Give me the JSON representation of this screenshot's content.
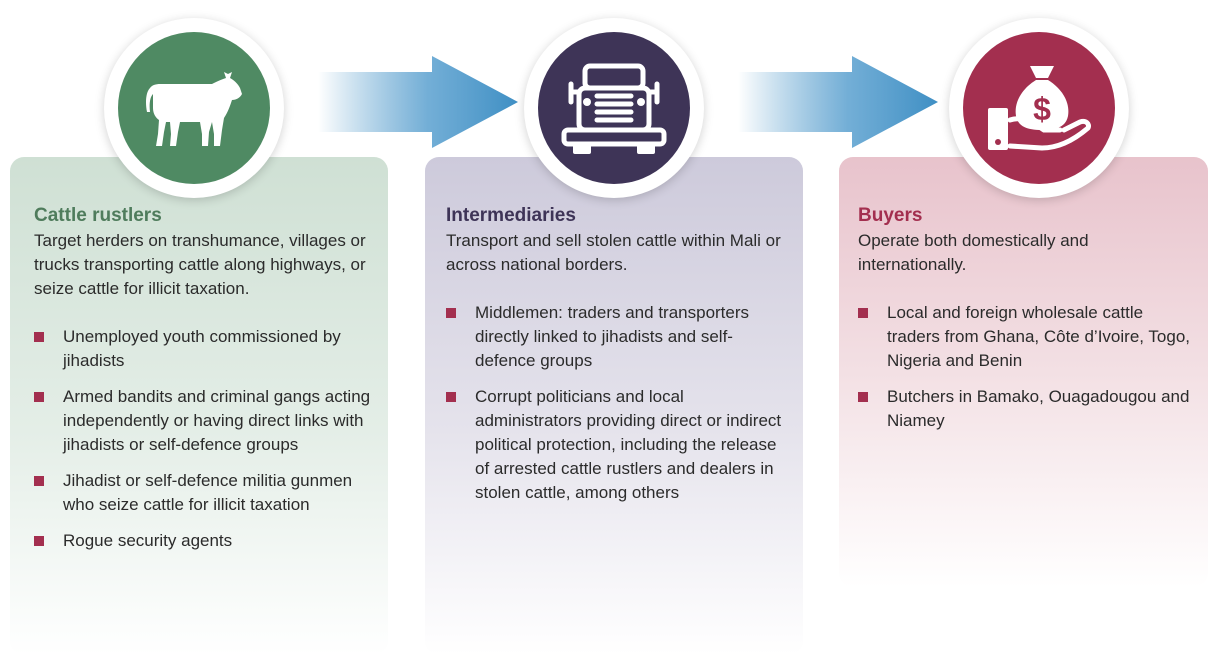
{
  "columns": [
    {
      "heading": "Cattle rustlers",
      "description": "Target herders on transhumance, villages or trucks transporting cattle along highways, or seize cattle for illicit taxation.",
      "icon": "cow-icon",
      "color": "#4f8a63",
      "items": [
        "Unemployed youth commissioned by jihadists",
        "Armed bandits and criminal gangs acting independently or having direct links with jihadists or self-defence groups",
        "Jihadist or self-defence militia gunmen who seize cattle for illicit taxation",
        "Rogue security agents"
      ]
    },
    {
      "heading": "Intermediaries",
      "description": "Transport and sell stolen cattle within Mali or across national borders.",
      "icon": "truck-icon",
      "color": "#3e3457",
      "items": [
        "Middlemen: traders and transporters directly linked to jihadists and self-defence groups",
        "Corrupt politicians and local administrators providing direct or indirect political protection, including the release of arrested cattle rustlers and dealers in stolen cattle, among others"
      ]
    },
    {
      "heading": "Buyers",
      "description": "Operate both domestically and internationally.",
      "icon": "money-bag-hand-icon",
      "color": "#a32f4f",
      "items": [
        "Local and foreign wholesale cattle traders from Ghana, Côte d’Ivoire, Togo, Nigeria and Benin",
        "Butchers in Bamako, Ouagadougou and Niamey"
      ]
    }
  ],
  "bag_symbol": "$",
  "colors": {
    "arrow": "#3f8fc4",
    "bullet": "#a32f4f"
  }
}
